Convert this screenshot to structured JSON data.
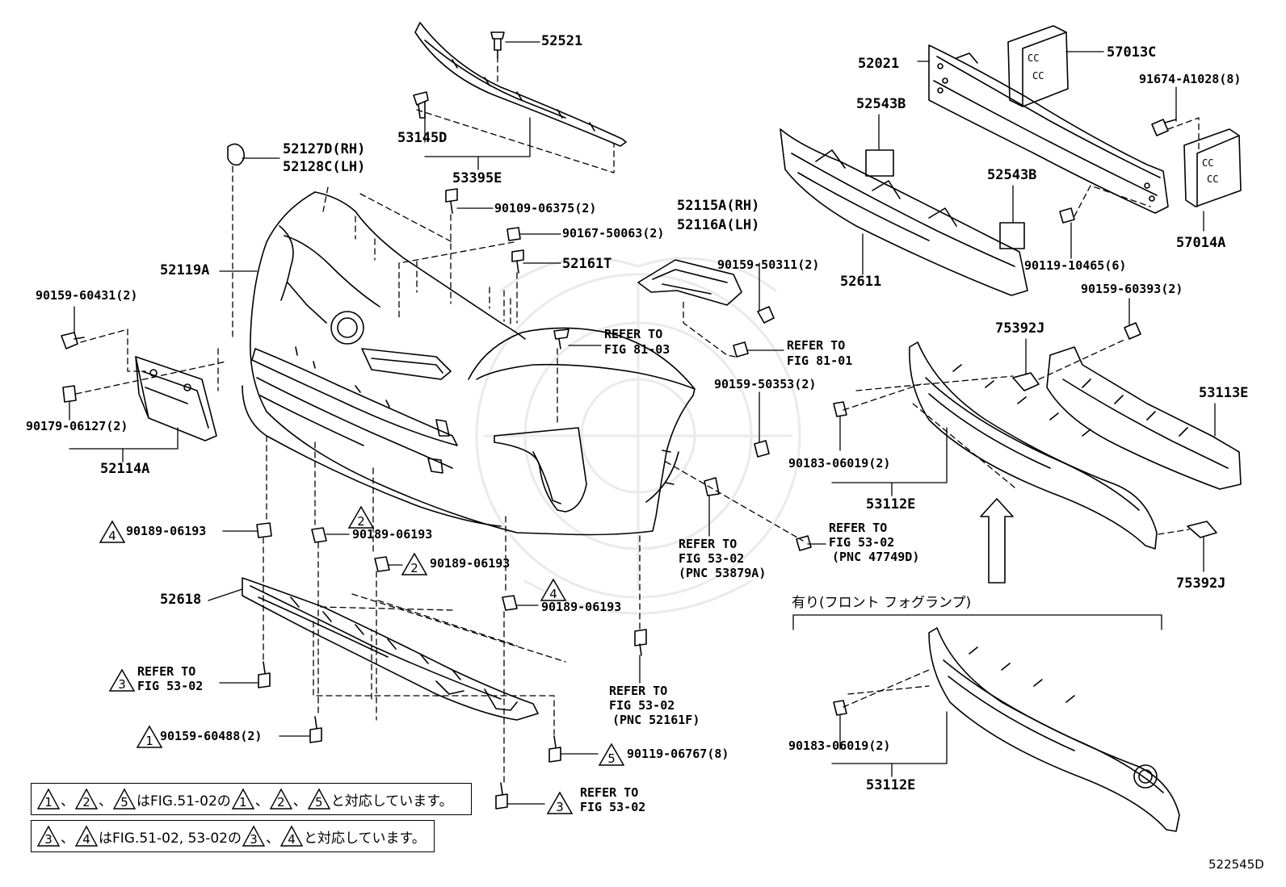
{
  "diagram_id": "522545D",
  "parts": {
    "p52521": "52521",
    "p53145D": "53145D",
    "p53395E": "53395E",
    "p52127D": "52127D(RH)",
    "p52128C": "52128C(LH)",
    "p90109": "90109-06375(2)",
    "p90167": "90167-50063(2)",
    "p52161T": "52161T",
    "p52119A": "52119A",
    "p90159_60431": "90159-60431(2)",
    "p90179": "90179-06127(2)",
    "p52114A": "52114A",
    "p52115A": "52115A(RH)",
    "p52116A": "52116A(LH)",
    "p90159_50311": "90159-50311(2)",
    "p52021": "52021",
    "p57013C": "57013C",
    "p91674": "91674-A1028(8)",
    "p52543B_a": "52543B",
    "p52543B_b": "52543B",
    "p52611": "52611",
    "p90119_10465": "90119-10465(6)",
    "p57014A": "57014A",
    "p90159_60393": "90159-60393(2)",
    "p75392J_a": "75392J",
    "p53113E": "53113E",
    "p90159_50353": "90159-50353(2)",
    "p90183_a": "90183-06019(2)",
    "p53112E_a": "53112E",
    "p75392J_b": "75392J",
    "p90189_a": "90189-06193",
    "p90189_b": "90189-06193",
    "p90189_c": "90189-06193",
    "p90189_d": "90189-06193",
    "p52618": "52618",
    "p90159_60488": "90159-60488(2)",
    "p90119_06767": "90119-06767(8)",
    "p90183_b": "90183-06019(2)",
    "p53112E_b": "53112E"
  },
  "refs": {
    "r8103_a": "REFER TO",
    "r8103_b": "FIG 81-03",
    "r8101_a": "REFER TO",
    "r8101_b": "FIG 81-01",
    "r5302a_a": "REFER TO",
    "r5302a_b": "FIG 53-02",
    "r5302a_c": "(PNC 53879A)",
    "r5302b_a": "REFER TO",
    "r5302b_b": "FIG 53-02",
    "r5302b_c": "(PNC 47749D)",
    "r5302c_a": "REFER TO",
    "r5302c_b": "FIG 53-02",
    "r5302c_c": "(PNC 52161F)",
    "r5302d_a": "REFER TO",
    "r5302d_b": "FIG 53-02",
    "r5302e_a": "REFER TO",
    "r5302e_b": "FIG 53-02"
  },
  "markers": {
    "m90189_a": "4",
    "m90189_b": "2",
    "m90189_c": "2",
    "m90189_d": "4",
    "m5302d": "3",
    "m90159_60488": "1",
    "m90119_06767": "5",
    "m5302e": "3"
  },
  "fog_group_label": "有り(フロント フォグランプ)",
  "notes": {
    "note1": {
      "marks": [
        "1",
        "2",
        "5"
      ],
      "sep": "、",
      "mid": "はFIG.51-02の",
      "end": "と対応しています。"
    },
    "note2": {
      "marks": [
        "3",
        "4"
      ],
      "sep": "、",
      "mid": "はFIG.51-02, 53-02の",
      "end": "と対応しています。"
    }
  }
}
